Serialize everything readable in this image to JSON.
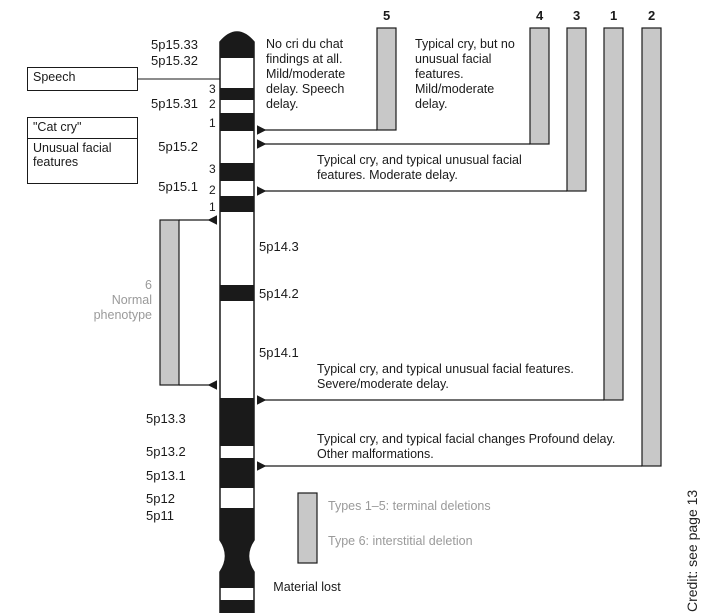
{
  "trait_boxes": [
    {
      "key": "speech",
      "label": "Speech"
    },
    {
      "key": "cat_cry",
      "label": "\"Cat cry\""
    },
    {
      "key": "unusual_facial",
      "label": "Unusual facial features"
    }
  ],
  "bands": [
    {
      "key": "p15_33",
      "label": "5p15.33"
    },
    {
      "key": "p15_32",
      "label": "5p15.32"
    },
    {
      "key": "p15_31",
      "label": "5p15.31"
    },
    {
      "key": "p15_2",
      "label": "5p15.2"
    },
    {
      "key": "p15_1",
      "label": "5p15.1"
    },
    {
      "key": "p14_3",
      "label": "5p14.3"
    },
    {
      "key": "p14_2",
      "label": "5p14.2"
    },
    {
      "key": "p14_1",
      "label": "5p14.1"
    },
    {
      "key": "p13_3",
      "label": "5p13.3"
    },
    {
      "key": "p13_2",
      "label": "5p13.2"
    },
    {
      "key": "p13_1",
      "label": "5p13.1"
    },
    {
      "key": "p12",
      "label": "5p12"
    },
    {
      "key": "p11",
      "label": "5p11"
    }
  ],
  "sub_bands": [
    "3",
    "2",
    "1",
    "3",
    "2",
    "1"
  ],
  "deletion_types": [
    {
      "number": "5",
      "description": "No cri du chat findings at all. Mild/moderate delay. Speech delay."
    },
    {
      "number": "4",
      "description": "Typical cry, but no unusual facial features. Mild/moderate delay."
    },
    {
      "number": "3",
      "description": "Typical cry, and typical unusual facial features. Moderate delay."
    },
    {
      "number": "1",
      "description": "Typical cry, and typical unusual facial features. Severe/moderate delay."
    },
    {
      "number": "2",
      "description": "Typical cry, and typical facial changes Profound delay. Other malformations."
    }
  ],
  "interstitial": {
    "number": "6",
    "description": "Normal phenotype"
  },
  "legend": {
    "terminal": "Types 1–5: terminal deletions",
    "interstitial": "Type 6: interstitial deletion",
    "material_lost": "Material lost"
  },
  "credit": "Credit: see page 13",
  "colors": {
    "bar_fill": "#c8c8c8",
    "ink": "#1a1a1a",
    "muted": "#9a9a9a"
  }
}
